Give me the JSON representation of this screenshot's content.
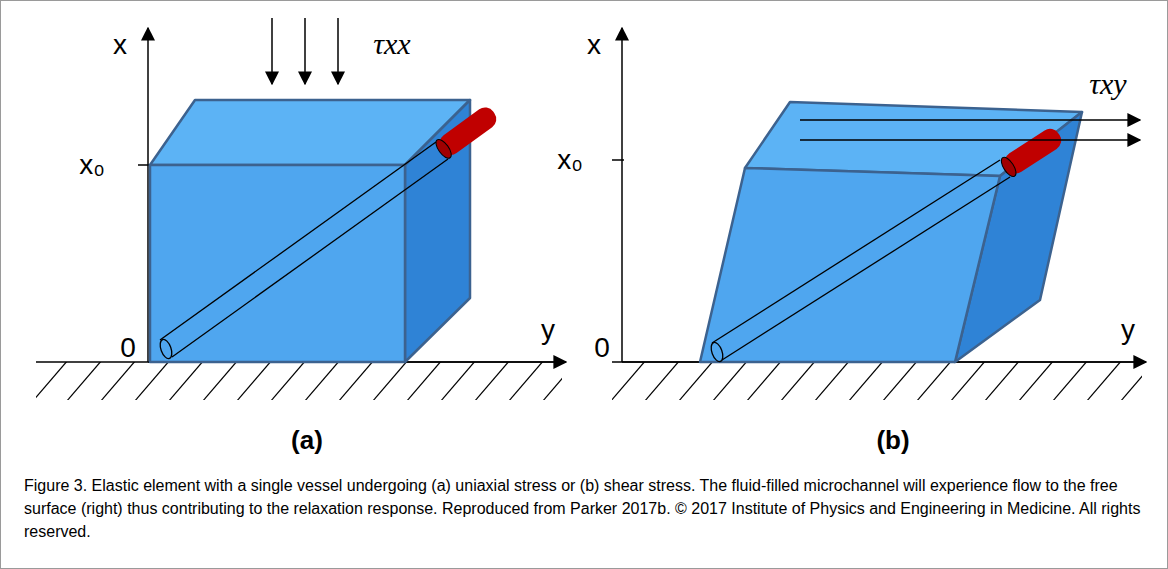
{
  "diagram": {
    "caption": "Figure 3. Elastic element with a single vessel undergoing (a) uniaxial stress or (b) shear stress. The fluid-filled microchannel will experience flow to the free surface (right) thus contributing to the relaxation response. Reproduced from Parker 2017b. © 2017 Institute of Physics and Engineering in Medicine. All rights reserved.",
    "labels": [
      "x",
      "x₀",
      "0",
      "y",
      "τxx",
      "(a)",
      "x",
      "x₀",
      "0",
      "y",
      "τxy",
      "(b)"
    ]
  }
}
